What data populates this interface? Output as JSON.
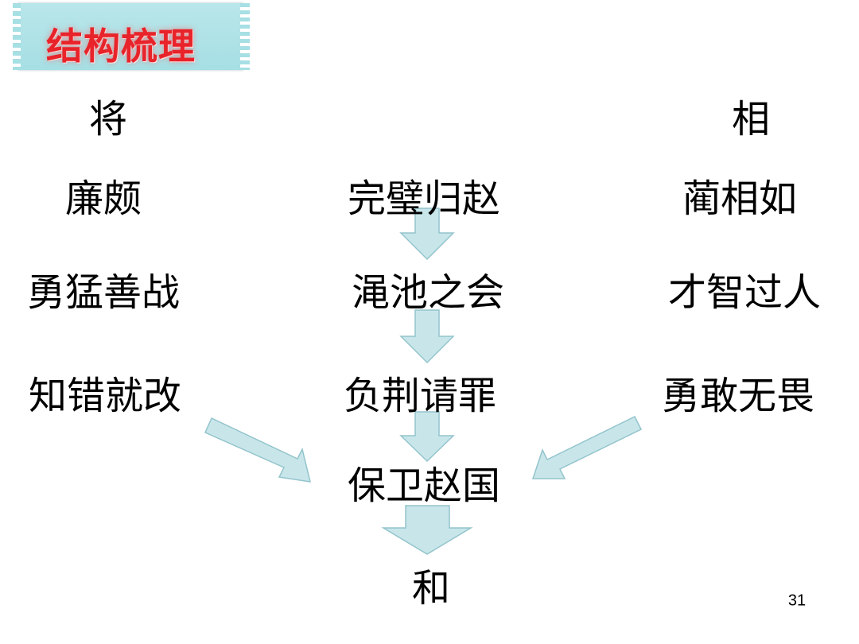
{
  "title": "结构梳理",
  "left": {
    "header": "将",
    "name": "廉颇",
    "trait1": "勇猛善战",
    "trait2": "知错就改"
  },
  "right": {
    "header": "相",
    "name": "蔺相如",
    "trait1": "才智过人",
    "trait2": "勇敢无畏"
  },
  "center": {
    "event1": "完璧归赵",
    "event2": "渑池之会",
    "event3": "负荆请罪",
    "outcome": "保卫赵国",
    "result": "和"
  },
  "page_number": "31",
  "colors": {
    "arrow_fill": "#c8e6ea",
    "arrow_stroke": "#93c4cc",
    "title_text": "#e8232a",
    "title_banner": "#a6dfe4"
  }
}
